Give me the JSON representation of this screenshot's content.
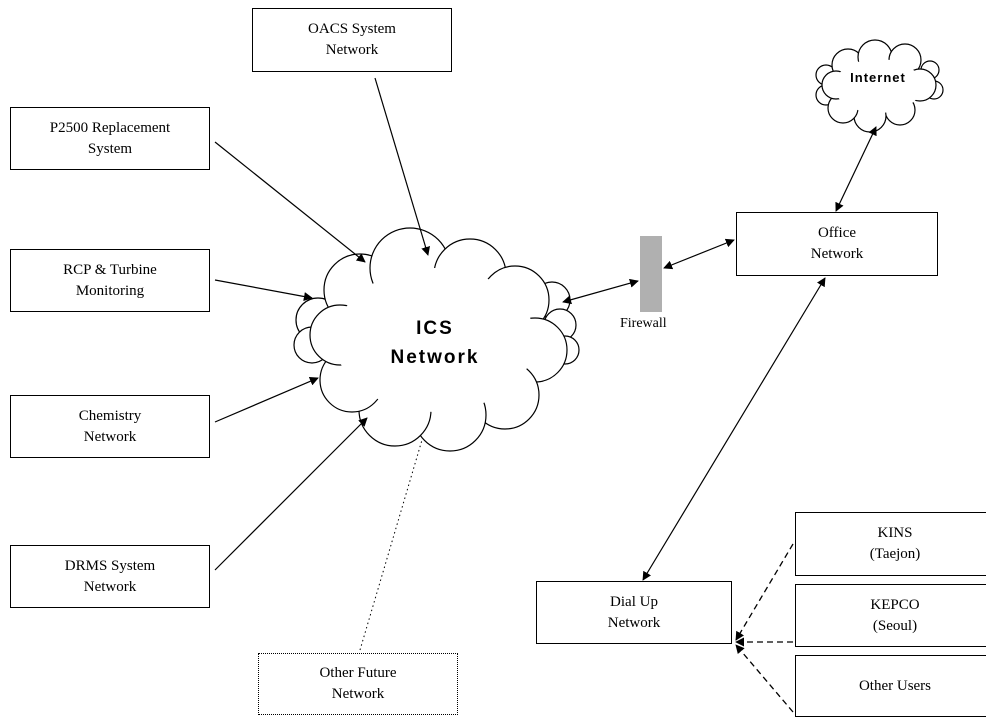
{
  "nodes": {
    "oacs": [
      "OACS System",
      "Network"
    ],
    "p2500": [
      "P2500 Replacement",
      "System"
    ],
    "rcp": [
      "RCP & Turbine",
      "Monitoring"
    ],
    "chemistry": [
      "Chemistry",
      "Network"
    ],
    "drms": [
      "DRMS System",
      "Network"
    ],
    "other_future": [
      "Other Future",
      "Network"
    ],
    "ics": [
      "ICS",
      "Network"
    ],
    "internet": "Internet",
    "office": [
      "Office",
      "Network"
    ],
    "dialup": [
      "Dial Up",
      "Network"
    ],
    "kins": [
      "KINS",
      "(Taejon)"
    ],
    "kepco": [
      "KEPCO",
      "(Seoul)"
    ],
    "other_users": "Other Users"
  },
  "firewall_label": "Firewall",
  "colors": {
    "firewall": "#b0b0b0",
    "stroke": "#000000"
  }
}
